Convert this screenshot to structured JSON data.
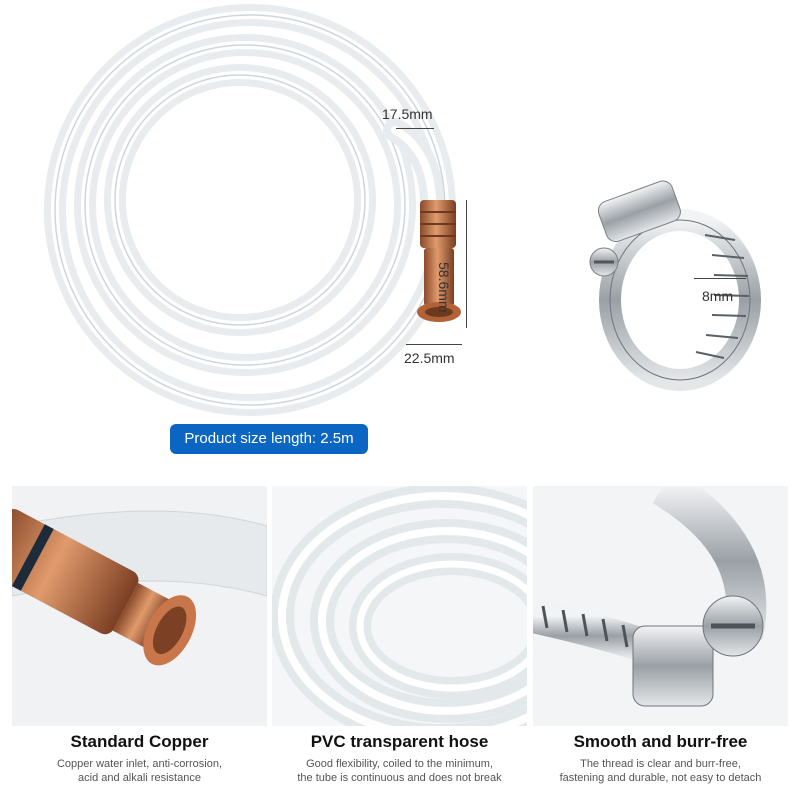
{
  "dimensions": {
    "tube_diameter": "17.5mm",
    "connector_length": "58.6mm",
    "connector_diameter": "22.5mm",
    "clamp_width": "8mm"
  },
  "product_size": "Product size length: 2.5m",
  "features": [
    {
      "title": "Standard Copper",
      "desc_line1": "Copper water inlet, anti-corrosion,",
      "desc_line2": "acid and alkali resistance"
    },
    {
      "title": "PVC transparent hose",
      "desc_line1": "Good flexibility, coiled to the minimum,",
      "desc_line2": "the tube is continuous and does not break"
    },
    {
      "title": "Smooth and burr-free",
      "desc_line1": "The thread is clear and burr-free,",
      "desc_line2": "fastening and durable, not easy to detach"
    }
  ],
  "colors": {
    "accent": "#0a66c2",
    "copper": "#c8754a",
    "steel": "#b8bcc0"
  }
}
